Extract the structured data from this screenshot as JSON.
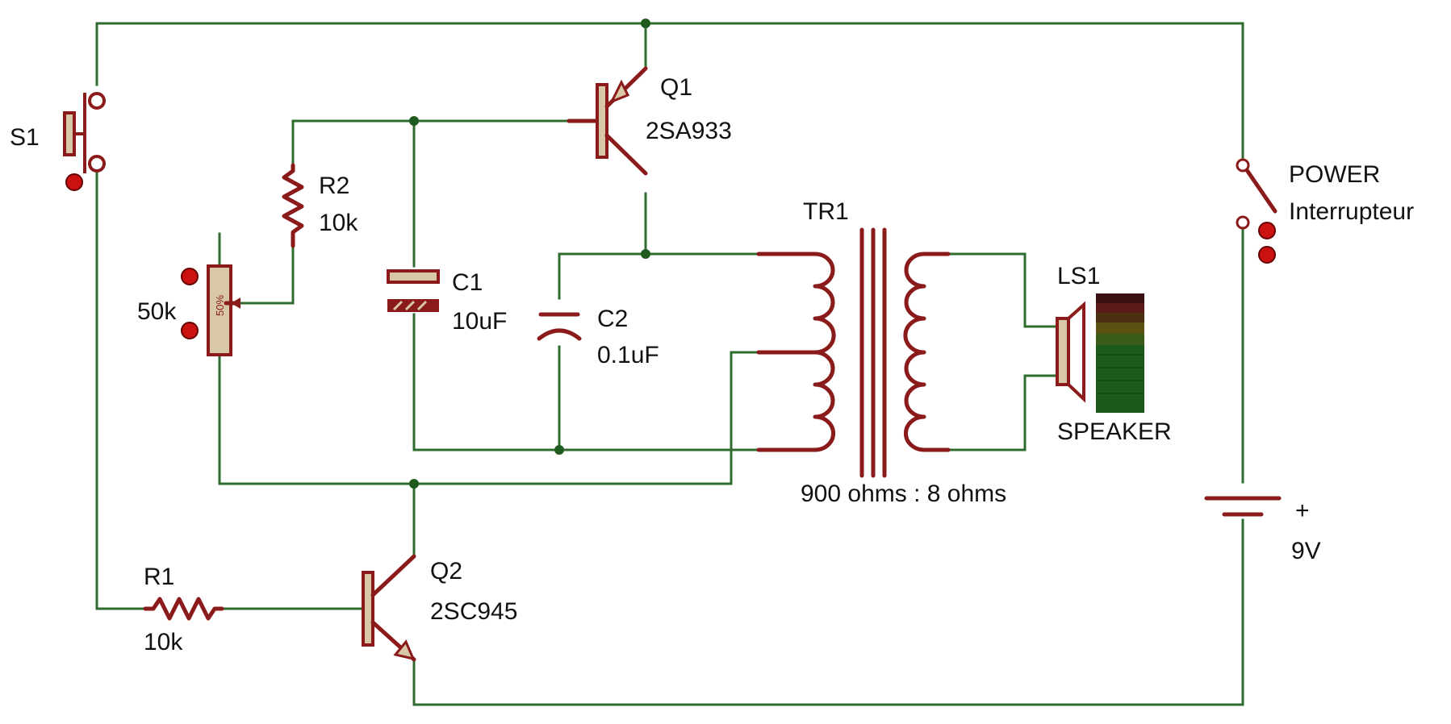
{
  "components": {
    "s1": {
      "ref": "S1"
    },
    "q1": {
      "ref": "Q1",
      "part": "2SA933"
    },
    "q2": {
      "ref": "Q2",
      "part": "2SC945"
    },
    "r1": {
      "ref": "R1",
      "value": "10k"
    },
    "r2": {
      "ref": "R2",
      "value": "10k"
    },
    "rv": {
      "value": "50k",
      "wiper": "50%"
    },
    "c1": {
      "ref": "C1",
      "value": "10uF"
    },
    "c2": {
      "ref": "C2",
      "value": "0.1uF"
    },
    "tr1": {
      "ref": "TR1",
      "ratio": "900 ohms : 8 ohms"
    },
    "ls1": {
      "ref": "LS1",
      "name": "SPEAKER"
    },
    "power": {
      "ref": "POWER",
      "name": "Interrupteur"
    },
    "battery": {
      "polarity": "+",
      "value": "9V"
    }
  },
  "colors": {
    "wire": "#2f6b2f",
    "component": "#8b1a1a",
    "component_body": "#d8c8a8",
    "node": "#1f5a1f",
    "probe": "#cc1111"
  },
  "icons": {
    "probe_up": "arrow-up",
    "probe_down": "arrow-down",
    "meter": "level-bar-meter"
  }
}
